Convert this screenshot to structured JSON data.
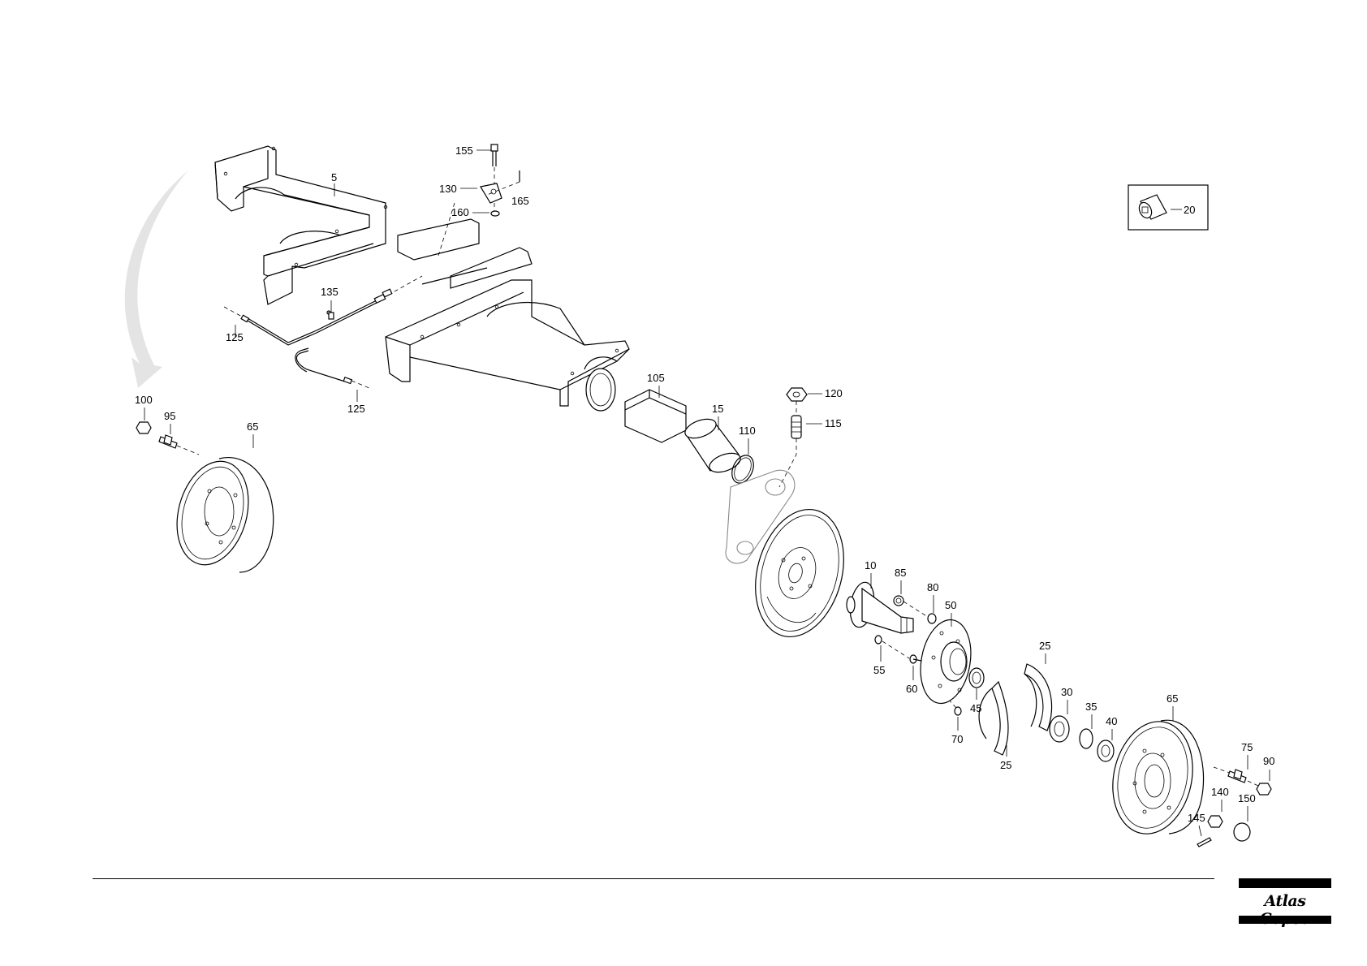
{
  "brand": {
    "logo_text": "Atlas Copco",
    "color": "#000000"
  },
  "callouts": [
    {
      "id": "c155",
      "label": "155"
    },
    {
      "id": "c5",
      "label": "5"
    },
    {
      "id": "c130",
      "label": "130"
    },
    {
      "id": "c165",
      "label": "165"
    },
    {
      "id": "c160",
      "label": "160"
    },
    {
      "id": "c135",
      "label": "135"
    },
    {
      "id": "c125a",
      "label": "125"
    },
    {
      "id": "c125b",
      "label": "125"
    },
    {
      "id": "c105",
      "label": "105"
    },
    {
      "id": "c120",
      "label": "120"
    },
    {
      "id": "c15",
      "label": "15"
    },
    {
      "id": "c115",
      "label": "115"
    },
    {
      "id": "c110",
      "label": "110"
    },
    {
      "id": "c100",
      "label": "100"
    },
    {
      "id": "c95",
      "label": "95"
    },
    {
      "id": "c65a",
      "label": "65"
    },
    {
      "id": "c10",
      "label": "10"
    },
    {
      "id": "c85",
      "label": "85"
    },
    {
      "id": "c80",
      "label": "80"
    },
    {
      "id": "c50",
      "label": "50"
    },
    {
      "id": "c55",
      "label": "55"
    },
    {
      "id": "c60",
      "label": "60"
    },
    {
      "id": "c45",
      "label": "45"
    },
    {
      "id": "c70",
      "label": "70"
    },
    {
      "id": "c25a",
      "label": "25"
    },
    {
      "id": "c25b",
      "label": "25"
    },
    {
      "id": "c30",
      "label": "30"
    },
    {
      "id": "c35",
      "label": "35"
    },
    {
      "id": "c40",
      "label": "40"
    },
    {
      "id": "c65b",
      "label": "65"
    },
    {
      "id": "c75",
      "label": "75"
    },
    {
      "id": "c90",
      "label": "90"
    },
    {
      "id": "c140",
      "label": "140"
    },
    {
      "id": "c150",
      "label": "150"
    },
    {
      "id": "c145",
      "label": "145"
    },
    {
      "id": "c20",
      "label": "20"
    }
  ]
}
